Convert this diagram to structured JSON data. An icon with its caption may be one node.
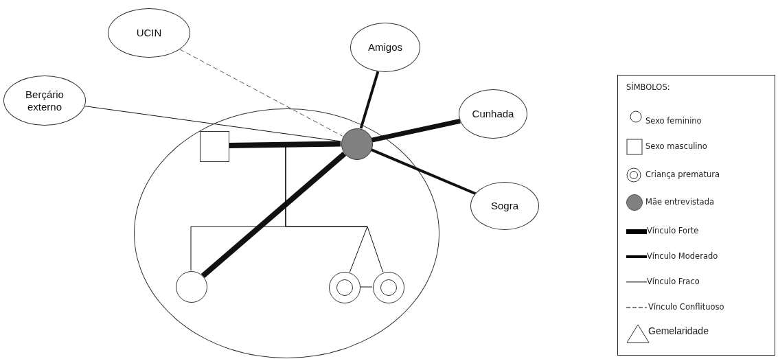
{
  "diagram": {
    "nodes": [
      {
        "text": [
          "UCIN"
        ]
      },
      {
        "text": [
          "Amigos"
        ]
      },
      {
        "text": [
          "Berçário externo"
        ]
      },
      {
        "text": [
          "Cunhada"
        ]
      },
      {
        "text": [
          "Sogra"
        ]
      },
      {
        "text": [],
        "shape": "circle"
      },
      {
        "text": [],
        "shape": "box",
        "in": 5
      },
      {
        "text": [],
        "shape": "circle",
        "in": 5
      },
      {
        "text": [],
        "shape": "circle",
        "in": 5
      },
      {
        "text": [],
        "shape": "circle",
        "in": 5
      },
      {
        "text": [],
        "shape": "circle",
        "in": 5
      }
    ],
    "edges": [
      {
        "from": 0,
        "to": 7,
        "arrow": "none",
        "style": "dashed"
      },
      {
        "from": 1,
        "to": 7,
        "arrow": "none",
        "style": "thick"
      },
      {
        "from": 2,
        "to": 7,
        "arrow": "none"
      },
      {
        "from": 3,
        "to": 7,
        "arrow": "none",
        "style": "thick"
      },
      {
        "from": 4,
        "to": 7,
        "arrow": "none",
        "style": "thick"
      },
      {
        "from": 6,
        "to": 7,
        "arrow": "none",
        "style": "thick"
      },
      {
        "from": 7,
        "to": 8,
        "arrow": "none",
        "style": "thick"
      },
      {
        "from": null,
        "to": 8,
        "arrow": "none"
      },
      {
        "from": null,
        "to": 9,
        "arrow": "none"
      },
      {
        "from": null,
        "to": 10,
        "arrow": "none"
      },
      {
        "from": 9,
        "to": 10,
        "arrow": "none"
      }
    ],
    "labels": [
      "SÍMBOLOS:"
    ],
    "legend": [
      {
        "text": "Sexo feminino"
      },
      {
        "text": "Sexo masculino"
      },
      {
        "text": "Criança prematura"
      },
      {
        "text": "Mãe entrevistada"
      },
      {
        "text": "Vínculo Forte"
      },
      {
        "text": "Vínculo Moderado"
      },
      {
        "text": "Vínculo Fraco"
      },
      {
        "text": "Vínculo Conflituoso"
      },
      {
        "text": "Gemelaridade"
      }
    ]
  }
}
